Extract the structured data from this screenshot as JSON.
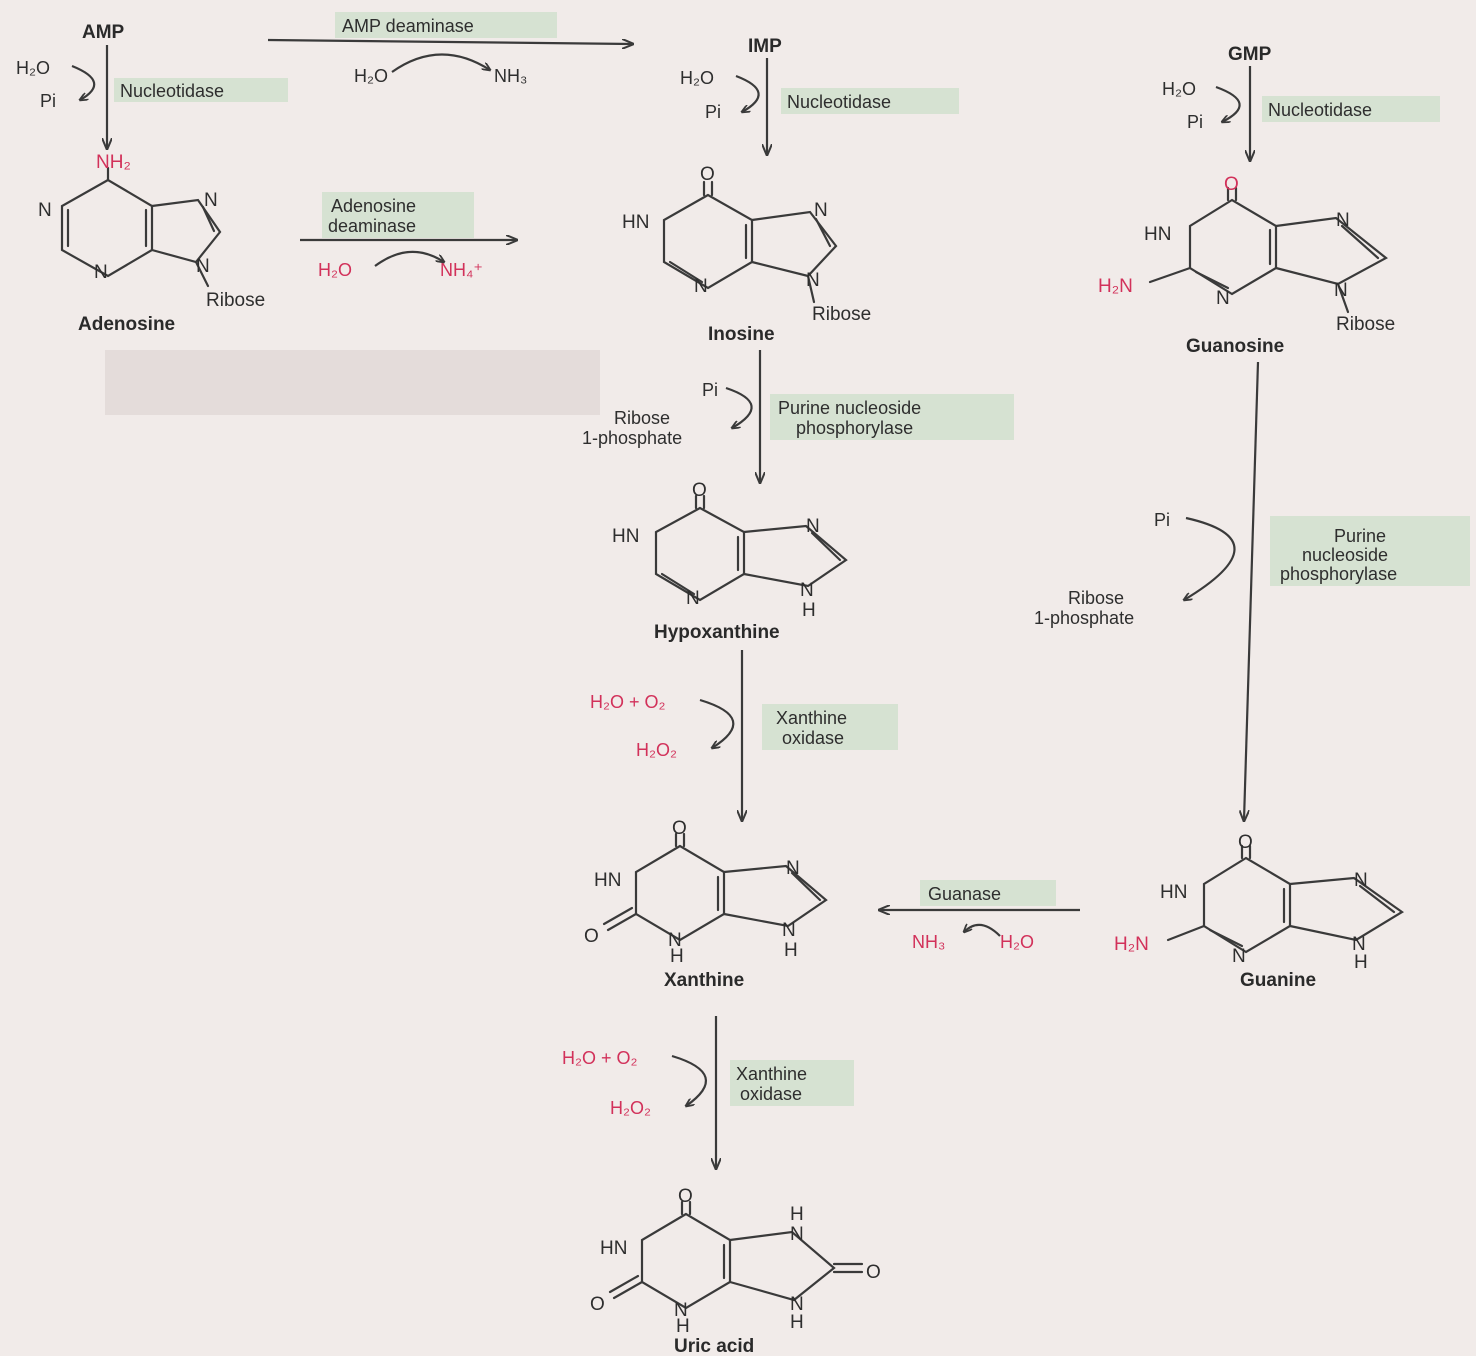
{
  "compounds": {
    "amp": "AMP",
    "imp": "IMP",
    "gmp": "GMP",
    "adenosine": "Adenosine",
    "inosine": "Inosine",
    "guanosine": "Guanosine",
    "hypoxanthine": "Hypoxanthine",
    "xanthine": "Xanthine",
    "guanine": "Guanine",
    "uric_acid": "Uric acid"
  },
  "enzymes": {
    "amp_deaminase": "AMP deaminase",
    "nucleotidase": "Nucleotidase",
    "adenosine_deaminase_1": "Adenosine",
    "adenosine_deaminase_2": "deaminase",
    "pnp_1": "Purine nucleoside",
    "pnp_2": "phosphorylase",
    "pnp_stack_1": "Purine",
    "pnp_stack_2": "nucleoside",
    "pnp_stack_3": "phosphorylase",
    "xanthine_oxidase_1": "Xanthine",
    "xanthine_oxidase_2": "oxidase",
    "guanase": "Guanase"
  },
  "reagents": {
    "h2o": "H₂O",
    "pi": "Pi",
    "nh3": "NH₃",
    "nh4": "NH₄⁺",
    "ribose_1": "Ribose",
    "ribose_2": "1-phosphate",
    "h2o_o2": "H₂O + O₂",
    "h2o2": "H₂O₂"
  },
  "atoms": {
    "n": "N",
    "hn": "HN",
    "h2n": "H₂N",
    "nh2": "NH₂",
    "o": "O",
    "h": "H",
    "ribose": "Ribose"
  },
  "colors": {
    "background": "#f1ebe9",
    "enzyme_box": "#d6e2d2",
    "reagent_red": "#d2315a",
    "ink": "#2e2e2e"
  }
}
